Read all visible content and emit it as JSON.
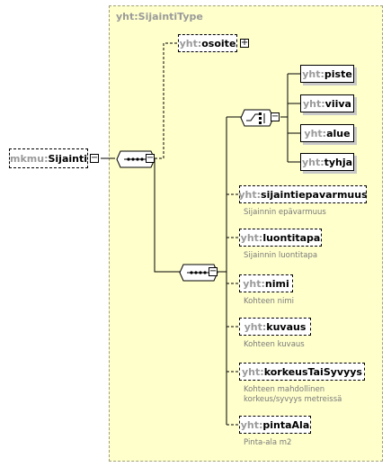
{
  "type_label": "yht:SijaintiType",
  "root": {
    "ns": "mkmu:",
    "name": "Sijainti"
  },
  "osoite": {
    "ns": "yht:",
    "name": "osoite"
  },
  "choice_items": [
    {
      "ns": "yht:",
      "name": "piste"
    },
    {
      "ns": "yht:",
      "name": "viiva"
    },
    {
      "ns": "yht:",
      "name": "alue"
    },
    {
      "ns": "yht:",
      "name": "tyhja"
    }
  ],
  "seq_items": [
    {
      "ns": "yht:",
      "name": "sijaintiepavarmuus",
      "doc": "Sijainnin epävarmuus"
    },
    {
      "ns": "yht:",
      "name": "luontitapa",
      "doc": "Sijainnin luontitapa"
    },
    {
      "ns": "yht:",
      "name": "nimi",
      "doc": "Kohteen nimi"
    },
    {
      "ns": "yht:",
      "name": "kuvaus",
      "doc": "Kohteen kuvaus"
    },
    {
      "ns": "yht:",
      "name": "korkeusTaiSyvyys",
      "doc": "Kohteen mahdollinen korkeus/syvyys metreissä"
    },
    {
      "ns": "yht:",
      "name": "pintaAla",
      "doc": "Pinta-ala m2"
    }
  ],
  "colors": {
    "type_bg": "#ffffcc",
    "namespace": "#9a9a9a",
    "doc_text": "#7a7a7a"
  }
}
